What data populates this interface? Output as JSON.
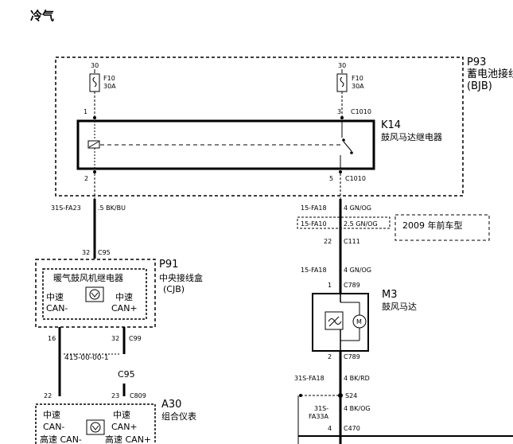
{
  "page": {
    "title": "冷气"
  },
  "bjb": {
    "id": "P93",
    "name": "蓄电池接线盒",
    "abbr": "(BJB)",
    "fuse_left": {
      "top": "30",
      "id": "F10",
      "rating": "30A"
    },
    "fuse_right": {
      "top": "30",
      "id": "F10",
      "rating": "30A"
    }
  },
  "relay": {
    "id": "K14",
    "name": "鼓风马达继电器",
    "pin_top_left": "1",
    "pin_top_right": "3",
    "conn_top": "C1010",
    "pin_bottom_left": "2",
    "pin_bottom_right": "5",
    "conn_bottom": "C1010"
  },
  "wires": {
    "left_circuit": "31S-FA23",
    "left_spec": ".5 BK/BU",
    "right_circuit_1": "15-FA18",
    "right_spec_1": "4 GN/OG",
    "right_circuit_2": "15-FA10",
    "right_spec_2": "2.5 GN/OG",
    "c111_pin": "22",
    "c111": "C111",
    "right_circuit_3": "15-FA18",
    "right_spec_3": "4 GN/OG",
    "right_circuit_4": "31S-FA18",
    "right_spec_4": "4 BK/RD",
    "right_circuit_5a": "31S-",
    "right_circuit_5b": "FA33A",
    "right_spec_5": "4 BK/OG",
    "left_bus": "415-00-00-1",
    "left_bus_conn": "C95"
  },
  "note": "2009 年前车型",
  "cjb": {
    "id": "P91",
    "name": "中央接线盒",
    "abbr": "(CJB)",
    "inner_label": "暖气鼓风机继电器",
    "top_pin": "32",
    "top_conn": "C95",
    "left_speed": "中速",
    "left_can": "CAN-",
    "right_speed": "中速",
    "right_can": "CAN+",
    "pin_bl": "16",
    "pin_br": "32",
    "conn_br": "C99"
  },
  "motor": {
    "id": "M3",
    "name": "鼓风马达",
    "pin_top": "1",
    "conn_top": "C789",
    "pin_bottom": "2",
    "conn_bottom": "C789",
    "symbol": "M"
  },
  "splice": {
    "id": "S24"
  },
  "bottom_conn": {
    "pin": "4",
    "conn": "C470"
  },
  "cluster": {
    "id": "A30",
    "name": "组合仪表",
    "pin_l": "22",
    "pin_r": "23",
    "conn_r": "C809",
    "left_speed": "中速",
    "left_can": "CAN-",
    "left_hs": "高速 CAN-",
    "right_speed": "中速",
    "right_can": "CAN+",
    "right_hs": "高速 CAN+"
  }
}
